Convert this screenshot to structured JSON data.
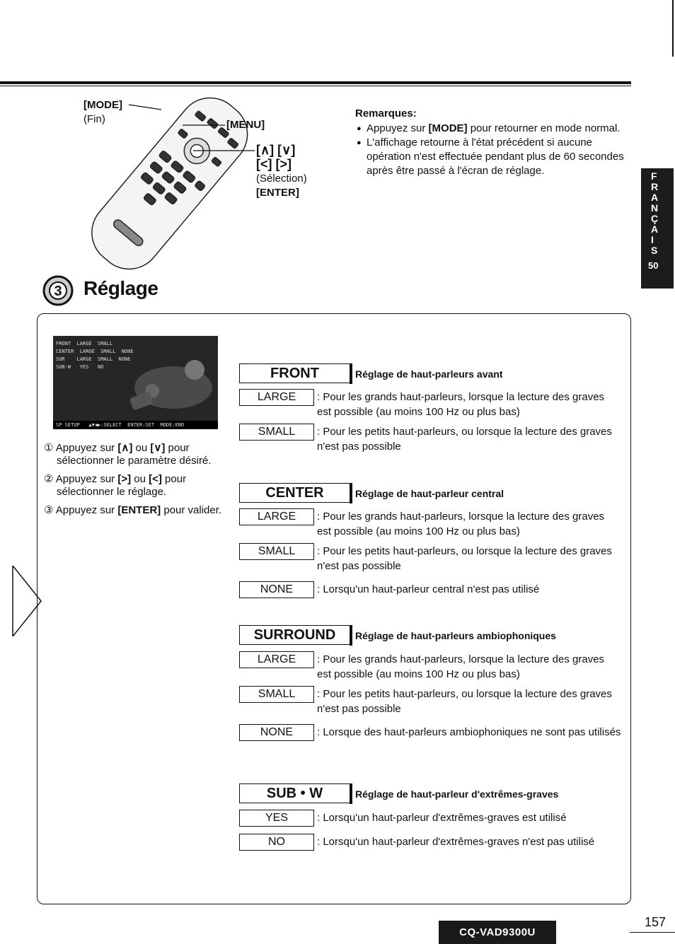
{
  "remote": {
    "mode": "[MODE]",
    "fin": "(Fin)",
    "menu": "[MENU]",
    "updown": "[∧] [∨]",
    "leftright": "[<] [>]",
    "selection": "(Sélection)",
    "enter": "[ENTER]"
  },
  "remarks": {
    "title": "Remarques:",
    "items": [
      {
        "pre": "Appuyez sur ",
        "bold": "[MODE]",
        "post": " pour retourner en mode normal."
      },
      {
        "pre": "L'affichage retourne à l'état précédent si aucune opération n'est effectuée pendant plus de 60 secondes après être passé à l'écran de réglage.",
        "bold": "",
        "post": ""
      }
    ]
  },
  "sidetab": {
    "letters": [
      "F",
      "R",
      "A",
      "N",
      "Ç",
      "A",
      "I",
      "S"
    ],
    "page": "50"
  },
  "section": {
    "number": "3",
    "title": "Réglage"
  },
  "screen": {
    "rows": [
      "FRONT  LARGE  SMALL",
      "CENTER  LARGE  SMALL  NONE",
      "SUR    LARGE  SMALL  NONE",
      "SUB-W   YES   NO"
    ],
    "bar": "SP SETUP   ▲▼◀▶:SELECT  ENTER:SET  MODE:END"
  },
  "steps": [
    {
      "num": "①",
      "pre": "Appuyez sur ",
      "b1": "[∧]",
      "mid": " ou ",
      "b2": "[∨]",
      "post": " pour sélectionner le paramètre désiré."
    },
    {
      "num": "②",
      "pre": "Appuyez sur ",
      "b1": "[>]",
      "mid": " ou ",
      "b2": "[<]",
      "post": " pour sélectionner le réglage."
    },
    {
      "num": "③",
      "pre": "Appuyez sur ",
      "b1": "[ENTER]",
      "mid": "",
      "b2": "",
      "post": " pour valider."
    }
  ],
  "groups": {
    "front": {
      "label": "FRONT",
      "desc": "Réglage de haut-parleurs avant",
      "options": [
        {
          "name": "LARGE",
          "text": ": Pour les grands haut-parleurs, lorsque la lecture des graves est possible (au moins 100 Hz ou plus bas)"
        },
        {
          "name": "SMALL",
          "text": ": Pour les petits haut-parleurs, ou lorsque la lecture des graves n'est pas possible"
        }
      ]
    },
    "center": {
      "label": "CENTER",
      "desc": "Réglage de haut-parleur central",
      "options": [
        {
          "name": "LARGE",
          "text": ": Pour les grands haut-parleurs, lorsque la lecture des graves est possible (au moins 100 Hz ou plus bas)"
        },
        {
          "name": "SMALL",
          "text": ": Pour les petits haut-parleurs, ou lorsque la lecture des graves n'est pas possible"
        },
        {
          "name": "NONE",
          "text": ": Lorsqu'un haut-parleur central n'est pas utilisé"
        }
      ]
    },
    "surround": {
      "label": "SURROUND",
      "desc": "Réglage de haut-parleurs ambiophoniques",
      "options": [
        {
          "name": "LARGE",
          "text": ": Pour les grands haut-parleurs, lorsque la lecture des graves est possible (au moins 100 Hz ou plus bas)"
        },
        {
          "name": "SMALL",
          "text": ": Pour les petits haut-parleurs, ou lorsque la lecture des graves n'est pas possible"
        },
        {
          "name": "NONE",
          "text": ": Lorsque des haut-parleurs ambiophoniques ne sont pas utilisés"
        }
      ]
    },
    "subw": {
      "label": "SUB • W",
      "desc": "Réglage de haut-parleur d'extrêmes-graves",
      "options": [
        {
          "name": "YES",
          "text": ": Lorsqu'un haut-parleur d'extrêmes-graves est utilisé"
        },
        {
          "name": "NO",
          "text": ": Lorsqu'un haut-parleur d'extrêmes-graves n'est pas utilisé"
        }
      ]
    }
  },
  "footer": {
    "model": "CQ-VAD9300U",
    "page": "157"
  }
}
